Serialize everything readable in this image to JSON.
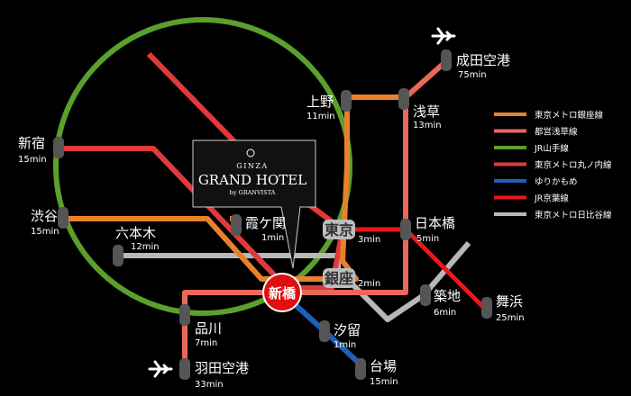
{
  "hotel": {
    "line1": "GINZA",
    "line2": "GRAND HOTEL",
    "line3": "by GRANVISTA"
  },
  "origin": {
    "name": "新橋"
  },
  "stations": {
    "narita": {
      "name": "成田空港",
      "time": "75min"
    },
    "asakusa": {
      "name": "浅草",
      "time": "13min"
    },
    "ueno": {
      "name": "上野",
      "time": "11min"
    },
    "shinjuku": {
      "name": "新宿",
      "time": "15min"
    },
    "shibuya": {
      "name": "渋谷",
      "time": "15min"
    },
    "roppongi": {
      "name": "六本木",
      "time": "12min"
    },
    "kasumigaseki": {
      "name": "霞ケ関",
      "time": "1min"
    },
    "tokyo": {
      "name": "東京",
      "time": "3min"
    },
    "nihonbashi": {
      "name": "日本橋",
      "time": "5min"
    },
    "ginza": {
      "name": "銀座",
      "time": "2min"
    },
    "tsukiji": {
      "name": "築地",
      "time": "6min"
    },
    "maihama": {
      "name": "舞浜",
      "time": "25min"
    },
    "shiodome": {
      "name": "汐留",
      "time": "1min"
    },
    "daiba": {
      "name": "台場",
      "time": "15min"
    },
    "shinagawa": {
      "name": "品川",
      "time": "7min"
    },
    "haneda": {
      "name": "羽田空港",
      "time": "33min"
    }
  },
  "legend": [
    {
      "label": "東京メトロ銀座線",
      "color": "#e8822a"
    },
    {
      "label": "都営浅草線",
      "color": "#e8685a"
    },
    {
      "label": "JR山手線",
      "color": "#5aa02c"
    },
    {
      "label": "東京メトロ丸ノ内線",
      "color": "#e03a3a"
    },
    {
      "label": "ゆりかもめ",
      "color": "#1f5fb8"
    },
    {
      "label": "JR京葉線",
      "color": "#e81818"
    },
    {
      "label": "東京メトロ日比谷線",
      "color": "#b8b8b8"
    }
  ],
  "colors": {
    "ginza": "#e8822a",
    "asakusa": "#e8685a",
    "yamanote": "#5aa02c",
    "marunouchi": "#e03a3a",
    "yurikamome": "#1f5fb8",
    "keiyo": "#e81818",
    "hibiya": "#b8b8b8",
    "origin": "#e01010"
  },
  "icons": {
    "airport": "airplane-icon"
  }
}
